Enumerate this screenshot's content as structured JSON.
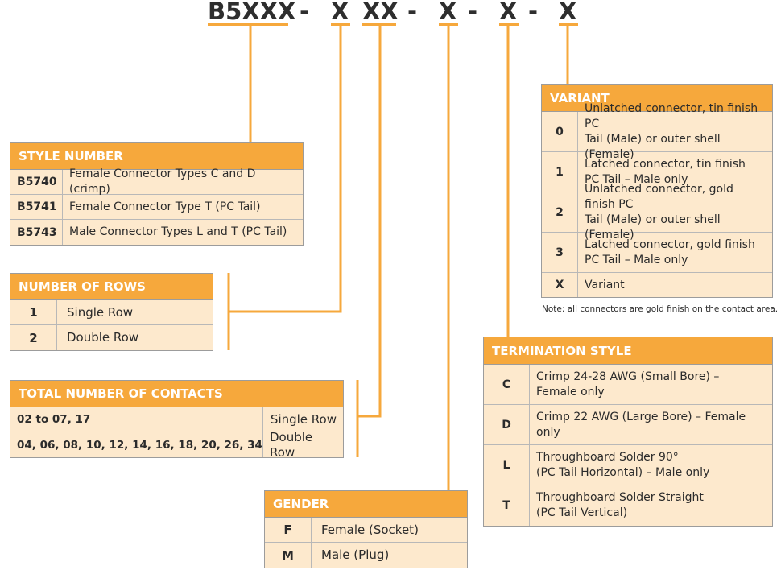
{
  "code": {
    "segments": [
      "B5XXX",
      "X",
      "XX",
      "X",
      "X",
      "X"
    ],
    "dash": "-"
  },
  "style_number": {
    "title": "STYLE NUMBER",
    "rows": [
      {
        "key": "B5740",
        "value": "Female Connector Types C and D (crimp)"
      },
      {
        "key": "B5741",
        "value": "Female Connector Type T (PC Tail)"
      },
      {
        "key": "B5743",
        "value": "Male Connector Types L and T (PC Tail)"
      }
    ]
  },
  "number_of_rows": {
    "title": "NUMBER OF ROWS",
    "rows": [
      {
        "key": "1",
        "value": "Single Row"
      },
      {
        "key": "2",
        "value": "Double Row"
      }
    ]
  },
  "total_contacts": {
    "title": "TOTAL NUMBER OF CONTACTS",
    "rows": [
      {
        "key": "02 to 07, 17",
        "value": "Single Row"
      },
      {
        "key": "04, 06, 08, 10, 12, 14, 16, 18, 20, 26, 34",
        "value": "Double Row"
      }
    ]
  },
  "gender": {
    "title": "GENDER",
    "rows": [
      {
        "key": "F",
        "value": "Female (Socket)"
      },
      {
        "key": "M",
        "value": "Male (Plug)"
      }
    ]
  },
  "variant": {
    "title": "VARIANT",
    "rows": [
      {
        "key": "0",
        "line1": "Unlatched connector, tin finish PC",
        "line2": "Tail (Male) or outer shell (Female)"
      },
      {
        "key": "1",
        "line1": "Latched connector, tin finish",
        "line2": "PC Tail – Male only"
      },
      {
        "key": "2",
        "line1": "Unlatched connector, gold finish PC",
        "line2": "Tail (Male) or outer shell (Female)"
      },
      {
        "key": "3",
        "line1": "Latched connector, gold finish",
        "line2": "PC Tail – Male only"
      },
      {
        "key": "X",
        "line1": "Variant",
        "line2": ""
      }
    ],
    "note": "Note: all connectors are gold finish on the contact area."
  },
  "termination_style": {
    "title": "TERMINATION STYLE",
    "rows": [
      {
        "key": "C",
        "line1": "Crimp 24-28 AWG (Small Bore) –",
        "line2": "Female only"
      },
      {
        "key": "D",
        "line1": "Crimp 22 AWG (Large Bore) – Female only",
        "line2": ""
      },
      {
        "key": "L",
        "line1": "Throughboard Solder 90°",
        "line2": "(PC Tail Horizontal) – Male only"
      },
      {
        "key": "T",
        "line1": "Throughboard Solder Straight",
        "line2": "(PC Tail Vertical)"
      }
    ]
  },
  "colors": {
    "accent": "#f6a83c",
    "row_fill": "#fde9cd",
    "text": "#2b2b2b"
  }
}
